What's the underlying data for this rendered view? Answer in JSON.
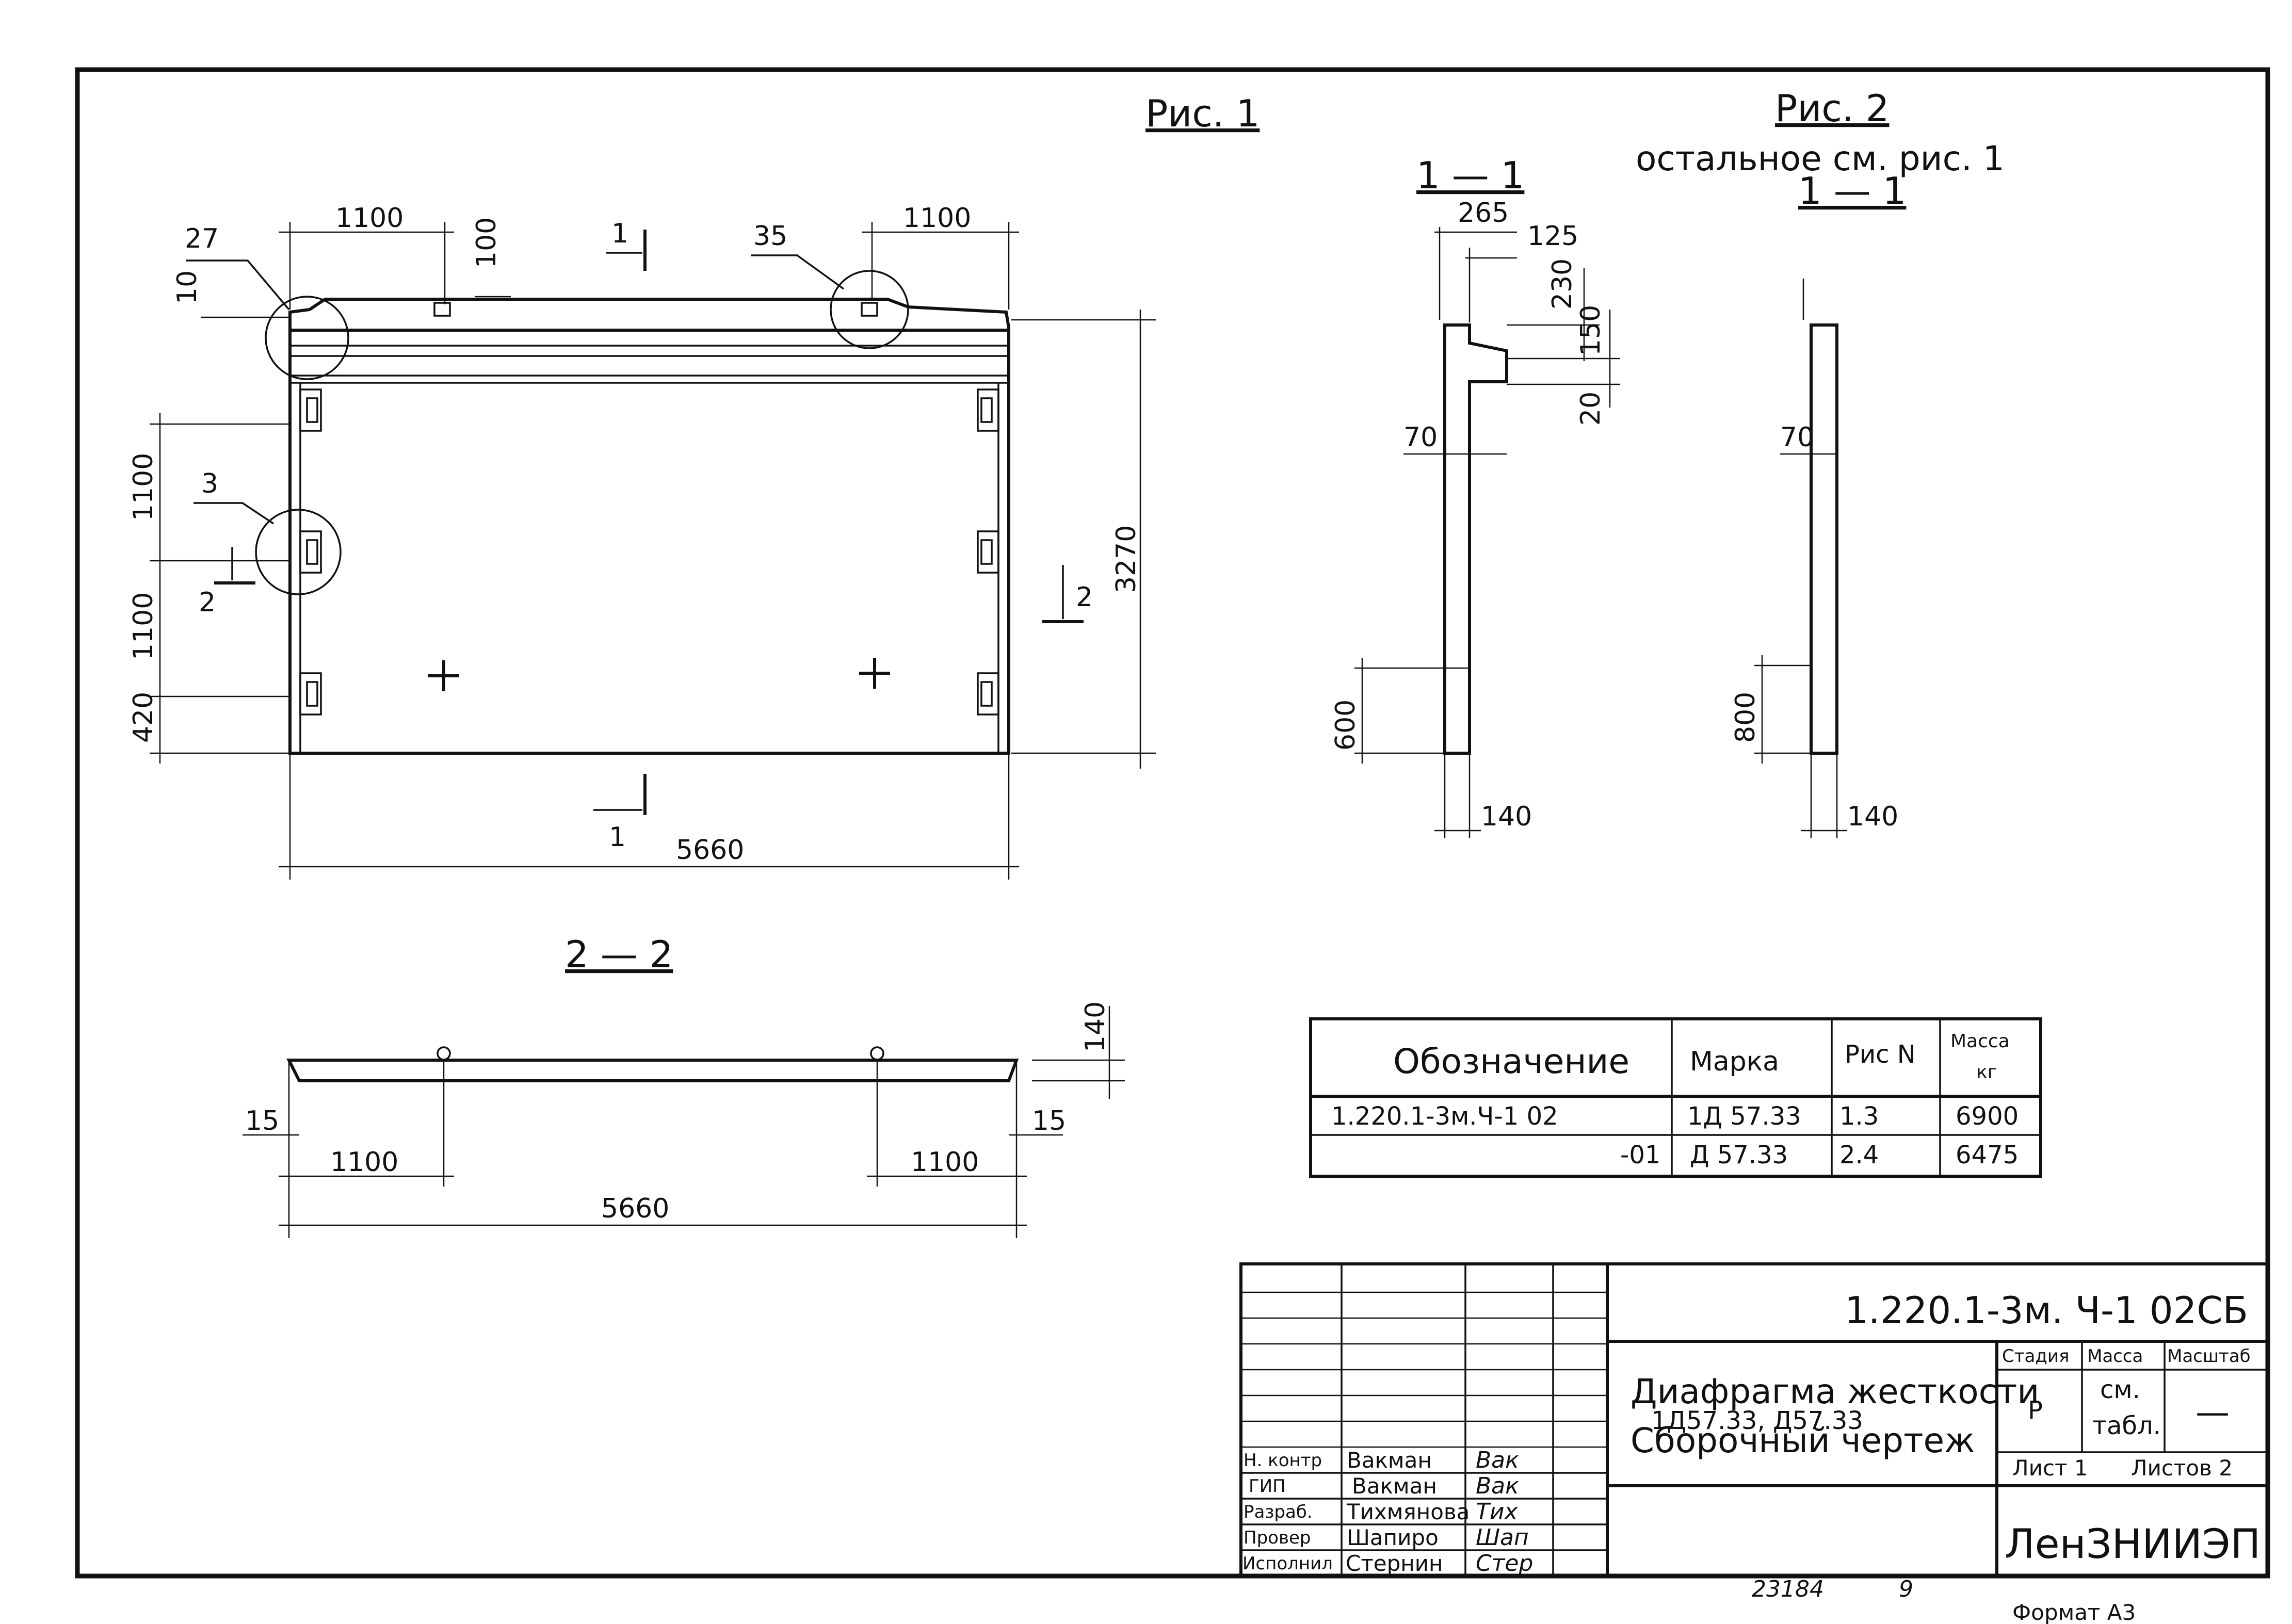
{
  "fig1": {
    "title": "Рис. 1",
    "dims": {
      "top_left": "1100",
      "top_right": "1100",
      "notch_h": "100",
      "callout_27": "27",
      "callout_35": "35",
      "small_10": "10",
      "left_upper": "1100",
      "left_lower": "1100",
      "left_bottom": "420",
      "height": "3270",
      "width": "5660",
      "callout_3": "3"
    },
    "section_marks": {
      "s1": "1",
      "s1b": "1",
      "s2": "2",
      "s2b": "2"
    }
  },
  "fig2": {
    "title": "Рис. 2",
    "subtitle": "остальное см. рис. 1",
    "section": "1 — 1"
  },
  "section11_left": {
    "title": "1 — 1",
    "dims": {
      "w": "265",
      "w2": "125",
      "d230": "230",
      "d150": "150",
      "d20": "20",
      "d70": "70",
      "d600": "600",
      "d140": "140"
    }
  },
  "section11_right": {
    "dims": {
      "d70": "70",
      "d800": "800",
      "d140": "140"
    }
  },
  "section22": {
    "title": "2 — 2",
    "dims": {
      "d140": "140",
      "d15l": "15",
      "d15r": "15",
      "d1100l": "1100",
      "d1100r": "1100",
      "width": "5660"
    }
  },
  "spec_table": {
    "headers": [
      "Обозначение",
      "Марка",
      "Рис N",
      "Масса",
      "кг"
    ],
    "rows": [
      {
        "designation": "1.220.1-3м.Ч-1  02",
        "mark": "1Д 57.33",
        "fig": "1.3",
        "mass": "6900"
      },
      {
        "designation": "-01",
        "mark": "Д 57.33",
        "fig": "2.4",
        "mass": "6475"
      }
    ]
  },
  "title_block": {
    "code": "1.220.1-3м. Ч-1  02СБ",
    "name_line1": "Диафрагма жесткости",
    "name_line2": "1Д57.33, Д57.33",
    "name_line3": "Сборочный чертеж",
    "stage_h": "Стадия",
    "mass_h": "Масса",
    "scale_h": "Масштаб",
    "stage": "Р",
    "mass1": "см.",
    "mass2": "табл.",
    "scale": "—",
    "sheet": "Лист 1",
    "sheets": "Листов 2",
    "org": "ЛенЗНИИЭП",
    "roles": [
      {
        "role": "Н. контр",
        "name": "Вакман",
        "sign": "Вак"
      },
      {
        "role": "ГИП",
        "name": "Вакман",
        "sign": "Вак"
      },
      {
        "role": "Разраб.",
        "name": "Тихмянова",
        "sign": "Тих"
      },
      {
        "role": "Провер",
        "name": "Шапиро",
        "sign": "Шап"
      },
      {
        "role": "Исполнил",
        "name": "Стернин",
        "sign": "Стер"
      }
    ]
  },
  "footer": {
    "inv": "23184",
    "num": "9",
    "format": "Формат А3"
  }
}
